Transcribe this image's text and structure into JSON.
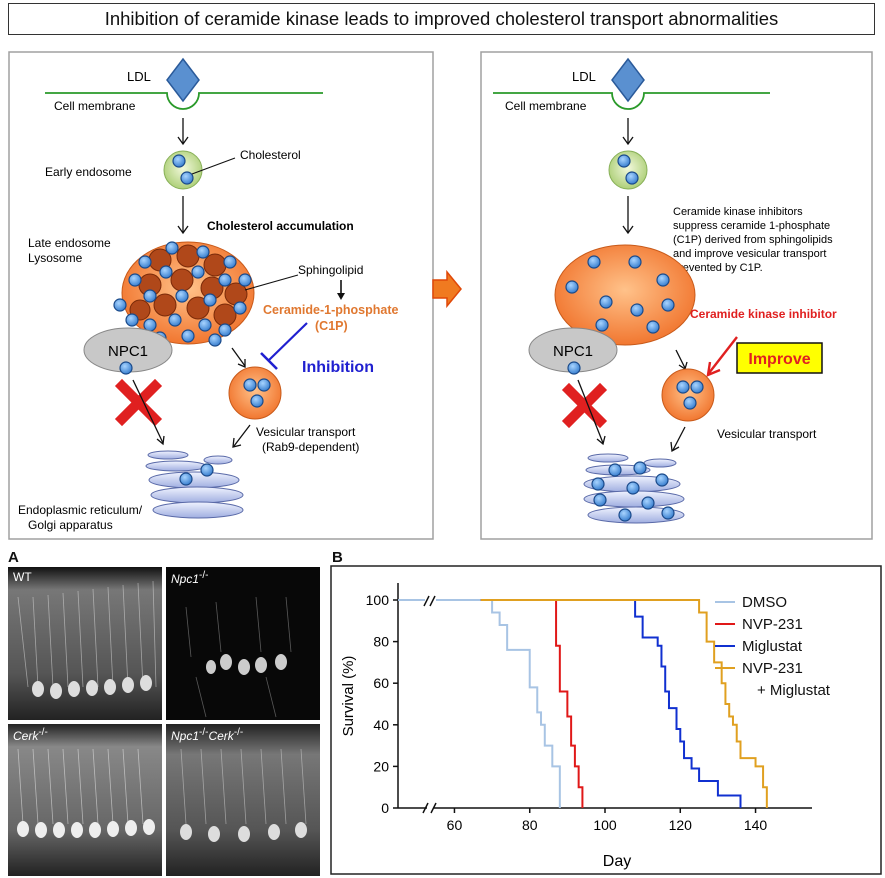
{
  "title": "Inhibition of ceramide kinase leads to improved cholesterol transport abnormalities",
  "left_panel": {
    "ldl": "LDL",
    "cell_membrane": "Cell membrane",
    "early_endosome": "Early endosome",
    "cholesterol": "Cholesterol",
    "cholesterol_accumulation": "Cholesterol accumulation",
    "late_endosome_1": "Late endosome",
    "late_endosome_2": "Lysosome",
    "sphingolipid": "Sphingolipid",
    "c1p_1": "Ceramide-1-phosphate",
    "c1p_2": "(C1P)",
    "npc1": "NPC1",
    "inhibition": "Inhibition",
    "vesicular_1": "Vesicular transport",
    "vesicular_2": "(Rab9-dependent)",
    "er_1": "Endoplasmic reticulum/",
    "er_2": "Golgi apparatus"
  },
  "right_panel": {
    "ldl": "LDL",
    "cell_membrane": "Cell membrane",
    "desc_1": "Ceramide kinase inhibitors",
    "desc_2": "suppress ceramide 1-phosphate",
    "desc_3": "(C1P) derived from sphingolipids",
    "desc_4": "and improve vesicular transport",
    "desc_5": "prevented by C1P.",
    "inhibitor": "Ceramide kinase inhibitor",
    "improve": "Improve",
    "npc1": "NPC1",
    "vesicular": "Vesicular transport"
  },
  "panel_a": {
    "letter": "A",
    "images": [
      {
        "label": "WT"
      },
      {
        "label_main": "Npc1",
        "label_sup": "-/-"
      },
      {
        "label_main": "Cerk",
        "label_sup": "-/-"
      },
      {
        "label_main": "Npc1",
        "label_sup": "-/-",
        "label_main2": "Cerk",
        "label_sup2": "-/-"
      }
    ]
  },
  "panel_b": {
    "letter": "B",
    "ylabel": "Survival (%)",
    "xlabel": "Day",
    "xticks": [
      "60",
      "80",
      "100",
      "120",
      "140"
    ],
    "yticks": [
      "0",
      "20",
      "40",
      "60",
      "80",
      "100"
    ],
    "legend": [
      "DMSO",
      "NVP-231",
      "Miglustat",
      "NVP-231",
      "+ Miglustat"
    ]
  },
  "colors": {
    "dmso": "#a8c4e4",
    "nvp231": "#e01818",
    "miglustat": "#1030d0",
    "combo": "#e0a020",
    "orange": "#f08a3a",
    "blue_dot": "#5a9be0",
    "inhibition": "#2020d0",
    "improve_bg": "#ffff00"
  },
  "chart_data": {
    "type": "line",
    "title": "",
    "xlabel": "Day",
    "ylabel": "Survival (%)",
    "xlim": [
      45,
      155
    ],
    "ylim": [
      0,
      100
    ],
    "xticks": [
      60,
      80,
      100,
      120,
      140
    ],
    "yticks": [
      0,
      20,
      40,
      60,
      80,
      100
    ],
    "legend_position": "top-right",
    "series": [
      {
        "name": "DMSO",
        "color": "#a8c4e4",
        "x": [
          67,
          70,
          72,
          74,
          80,
          82,
          83,
          84,
          86,
          88
        ],
        "y": [
          100,
          94,
          88,
          76,
          58,
          46,
          40,
          30,
          20,
          0
        ]
      },
      {
        "name": "NVP-231",
        "color": "#e01818",
        "x": [
          67,
          83,
          87,
          88,
          90,
          91,
          92,
          93,
          94
        ],
        "y": [
          100,
          100,
          78,
          56,
          44,
          30,
          20,
          10,
          0
        ]
      },
      {
        "name": "Miglustat",
        "color": "#1030d0",
        "x": [
          67,
          106,
          108,
          110,
          114,
          115,
          116,
          117,
          119,
          120,
          121,
          123,
          125,
          130,
          136
        ],
        "y": [
          100,
          100,
          92,
          82,
          78,
          68,
          56,
          48,
          38,
          32,
          24,
          19,
          13,
          6,
          0
        ]
      },
      {
        "name": "NVP-231 + Miglustat",
        "color": "#e0a020",
        "x": [
          67,
          123,
          125,
          127,
          129,
          131,
          132,
          133,
          134,
          135,
          136,
          140,
          142,
          143
        ],
        "y": [
          100,
          100,
          94,
          80,
          70,
          60,
          50,
          44,
          40,
          32,
          24,
          20,
          10,
          0
        ]
      }
    ]
  }
}
